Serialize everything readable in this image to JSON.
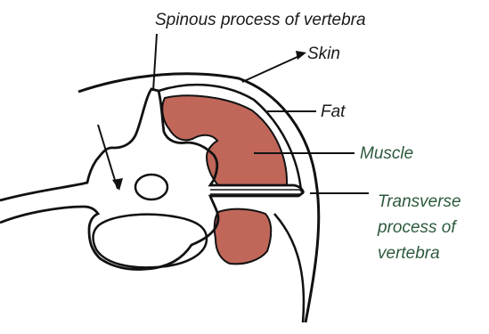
{
  "labels": {
    "spinous": "Spinous process of vertebra",
    "skin": "Skin",
    "fat": "Fat",
    "muscle": "Muscle",
    "transverse_1": "Transverse",
    "transverse_2": "process of",
    "transverse_3": "vertebra"
  },
  "colors": {
    "muscle_fill": "#c0675a",
    "outline": "#111111",
    "label_text": "#1a1a1a",
    "muscle_label": "#2d5a3d",
    "transverse_label": "#2d5a3d"
  }
}
